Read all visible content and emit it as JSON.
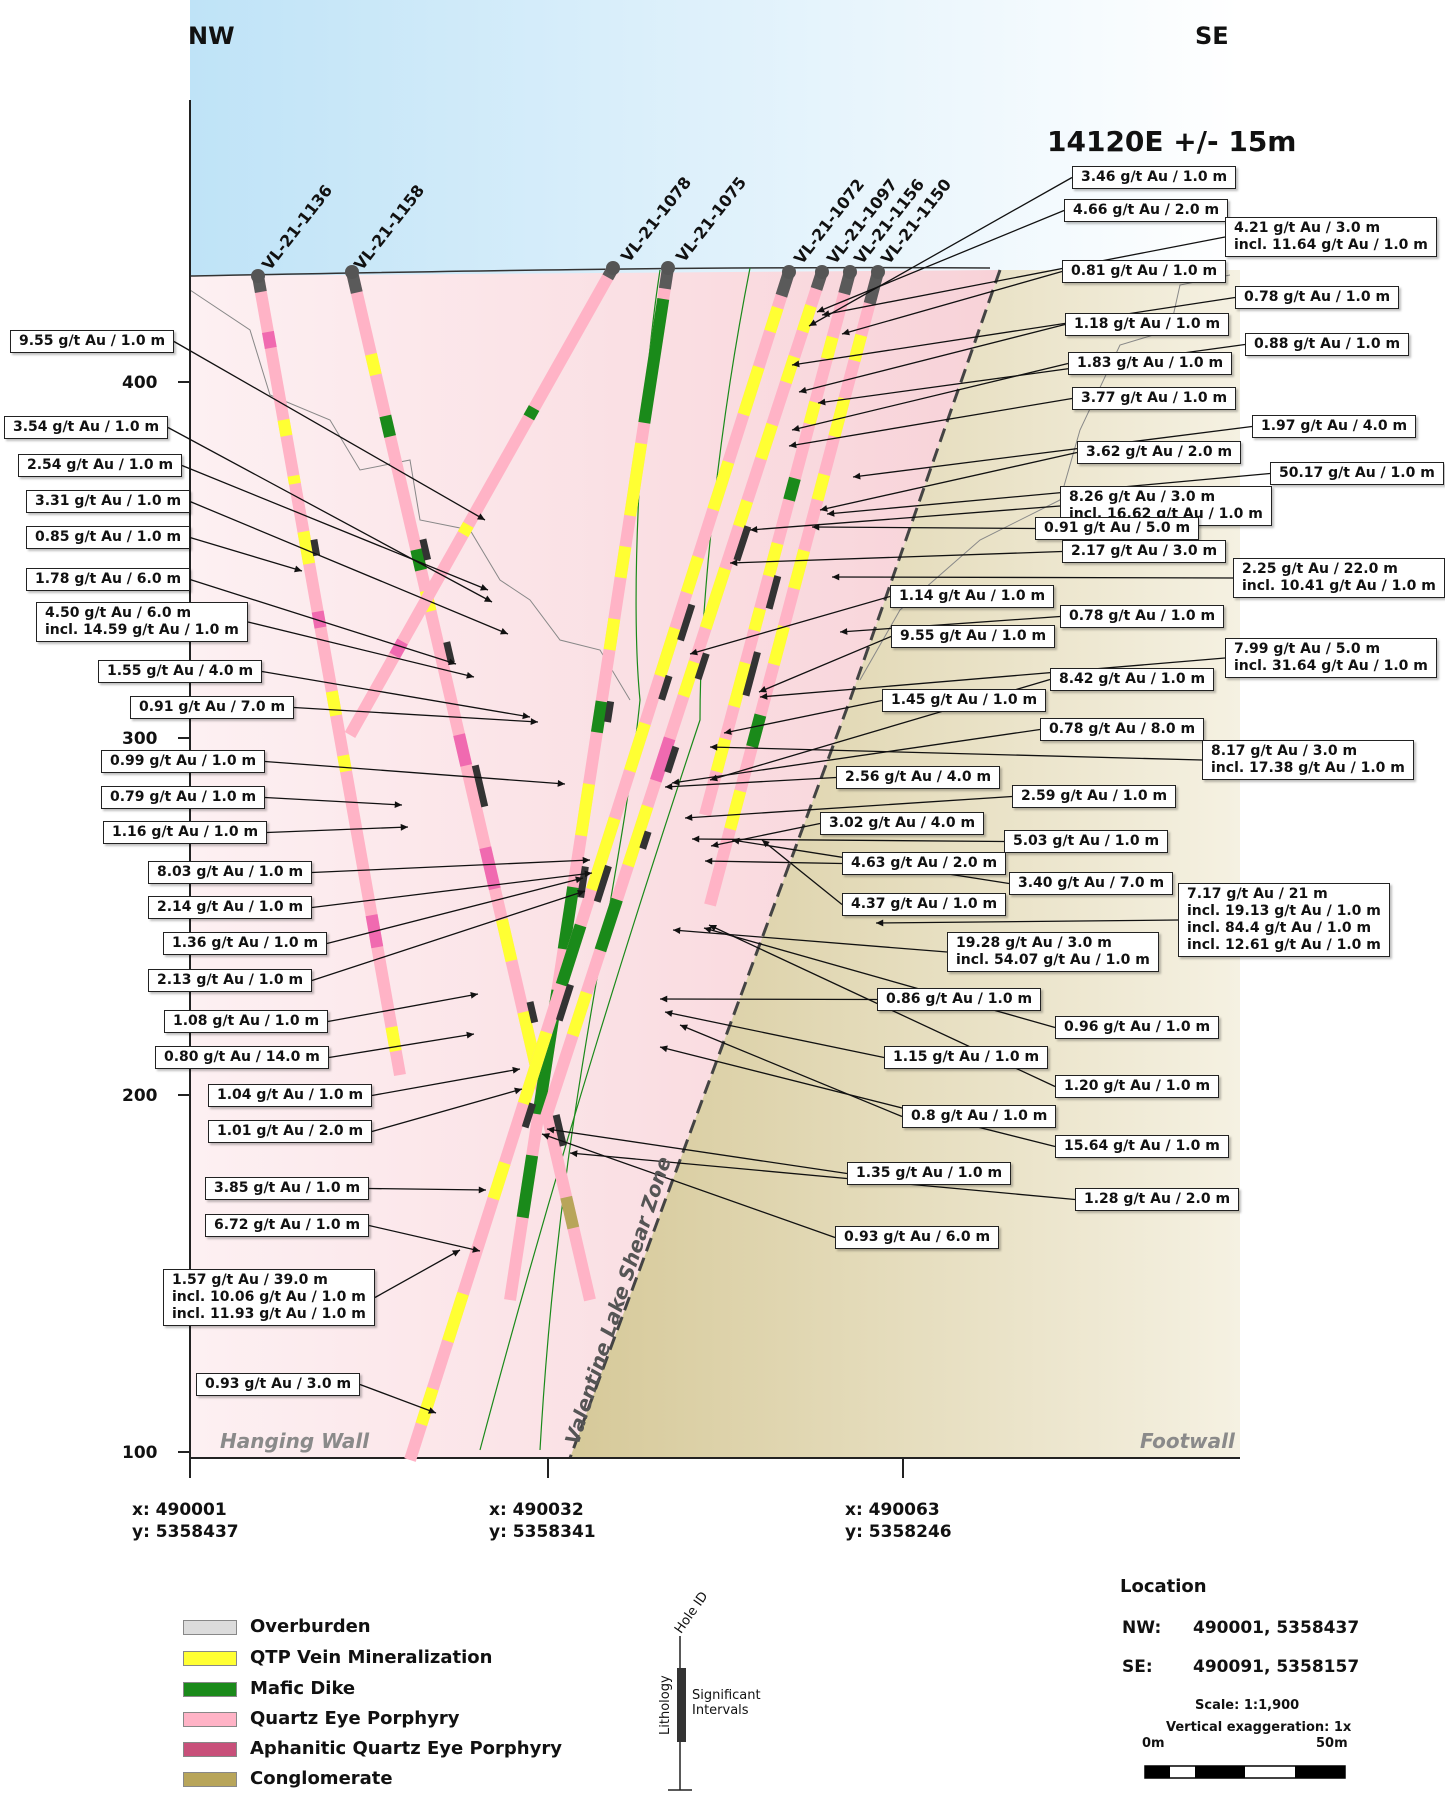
{
  "header": {
    "nw": "NW",
    "se": "SE",
    "section_title": "14120E +/- 15m"
  },
  "elevation_ticks": [
    "400",
    "300",
    "200",
    "100"
  ],
  "zones": {
    "hanging_wall": "Hanging Wall",
    "footwall": "Footwall",
    "shear_zone": "Valentine Lake Shear Zone"
  },
  "holes": [
    {
      "id": "VL-21-1136"
    },
    {
      "id": "VL-21-1158"
    },
    {
      "id": "VL-21-1078"
    },
    {
      "id": "VL-21-1075"
    },
    {
      "id": "VL-21-1072"
    },
    {
      "id": "VL-21-1097"
    },
    {
      "id": "VL-21-1156"
    },
    {
      "id": "VL-21-1150"
    }
  ],
  "intervals_left": [
    [
      "9.55 g/t Au / 1.0 m"
    ],
    [
      "3.54 g/t Au / 1.0 m"
    ],
    [
      "2.54 g/t Au / 1.0 m"
    ],
    [
      "3.31 g/t Au / 1.0 m"
    ],
    [
      "0.85 g/t Au / 1.0 m"
    ],
    [
      "1.78 g/t Au / 6.0 m"
    ],
    [
      "4.50 g/t Au / 6.0 m",
      "incl. 14.59 g/t Au / 1.0 m"
    ],
    [
      "1.55 g/t Au / 4.0 m"
    ],
    [
      "0.91 g/t Au / 7.0 m"
    ],
    [
      "0.99 g/t Au / 1.0 m"
    ],
    [
      "0.79 g/t Au / 1.0 m"
    ],
    [
      "1.16 g/t Au / 1.0 m"
    ],
    [
      "8.03 g/t Au / 1.0 m"
    ],
    [
      "2.14 g/t Au / 1.0 m"
    ],
    [
      "1.36 g/t Au / 1.0 m"
    ],
    [
      "2.13 g/t Au / 1.0 m"
    ],
    [
      "1.08 g/t Au / 1.0 m"
    ],
    [
      "0.80 g/t Au / 14.0 m"
    ],
    [
      "1.04 g/t Au / 1.0 m"
    ],
    [
      "1.01 g/t Au / 2.0 m"
    ],
    [
      "3.85 g/t Au / 1.0 m"
    ],
    [
      "6.72 g/t Au / 1.0 m"
    ],
    [
      "1.57 g/t Au / 39.0 m",
      "incl. 10.06 g/t Au / 1.0 m",
      "incl. 11.93 g/t Au / 1.0 m"
    ],
    [
      "0.93 g/t Au / 3.0 m"
    ]
  ],
  "intervals_right": [
    [
      "3.46 g/t Au / 1.0 m"
    ],
    [
      "4.66 g/t Au / 2.0 m"
    ],
    [
      "4.21 g/t Au / 3.0 m",
      "incl. 11.64 g/t Au / 1.0 m"
    ],
    [
      "0.81 g/t Au / 1.0 m"
    ],
    [
      "0.78 g/t Au / 1.0 m"
    ],
    [
      "1.18 g/t Au / 1.0 m"
    ],
    [
      "0.88 g/t Au / 1.0 m"
    ],
    [
      "1.83 g/t Au / 1.0 m"
    ],
    [
      "3.77 g/t Au / 1.0 m"
    ],
    [
      "1.97 g/t Au / 4.0 m"
    ],
    [
      "3.62 g/t Au / 2.0 m"
    ],
    [
      "50.17 g/t Au / 1.0 m"
    ],
    [
      "8.26 g/t Au / 3.0 m",
      "incl. 16.62 g/t Au / 1.0 m"
    ],
    [
      "0.91 g/t Au / 5.0 m"
    ],
    [
      "2.17 g/t Au / 3.0 m"
    ],
    [
      "2.25 g/t Au / 22.0 m",
      "incl. 10.41 g/t Au / 1.0 m"
    ],
    [
      "1.14 g/t Au / 1.0 m"
    ],
    [
      "0.78 g/t Au / 1.0 m"
    ],
    [
      "9.55 g/t Au / 1.0 m"
    ],
    [
      "7.99 g/t Au / 5.0 m",
      "incl. 31.64 g/t Au / 1.0 m"
    ],
    [
      "8.42 g/t Au / 1.0 m"
    ],
    [
      "1.45 g/t Au / 1.0 m"
    ],
    [
      "0.78 g/t Au / 8.0 m"
    ],
    [
      "8.17 g/t Au / 3.0 m",
      "incl. 17.38 g/t Au / 1.0 m"
    ],
    [
      "2.56 g/t Au / 4.0 m"
    ],
    [
      "2.59 g/t Au / 1.0 m"
    ],
    [
      "3.02 g/t Au / 4.0 m"
    ],
    [
      "5.03 g/t Au / 1.0 m"
    ],
    [
      "4.63 g/t Au / 2.0 m"
    ],
    [
      "3.40 g/t Au / 7.0 m"
    ],
    [
      "4.37 g/t Au / 1.0 m"
    ],
    [
      "7.17 g/t Au / 21 m",
      "incl. 19.13 g/t Au / 1.0 m",
      "incl. 84.4 g/t Au / 1.0 m",
      "incl. 12.61 g/t Au / 1.0 m"
    ],
    [
      "19.28 g/t Au / 3.0 m",
      "incl. 54.07 g/t Au / 1.0 m"
    ],
    [
      "0.86 g/t Au / 1.0 m"
    ],
    [
      "0.96 g/t Au / 1.0 m"
    ],
    [
      "1.15 g/t Au / 1.0 m"
    ],
    [
      "1.20 g/t Au / 1.0 m"
    ],
    [
      "0.8 g/t Au / 1.0 m"
    ],
    [
      "15.64 g/t Au / 1.0 m"
    ],
    [
      "1.35 g/t Au / 1.0 m"
    ],
    [
      "1.28 g/t Au / 2.0 m"
    ],
    [
      "0.93 g/t Au / 6.0 m"
    ]
  ],
  "x_coords": [
    {
      "x": "x: 490001",
      "y": "y: 5358437"
    },
    {
      "x": "x: 490032",
      "y": "y: 5358341"
    },
    {
      "x": "x: 490063",
      "y": "y: 5358246"
    }
  ],
  "legend": [
    {
      "label": "Overburden",
      "color": "#dcdcdc"
    },
    {
      "label": "QTP Vein Mineralization",
      "color": "#ffff33"
    },
    {
      "label": "Mafic Dike",
      "color": "#1a8a1a"
    },
    {
      "label": "Quartz Eye Porphyry",
      "color": "#ffb3c6"
    },
    {
      "label": "Aphanitic Quartz Eye Porphyry",
      "color": "#c8507a"
    },
    {
      "label": "Conglomerate",
      "color": "#b8a55a"
    }
  ],
  "schematic": {
    "hole_id": "Hole ID",
    "lithology": "Lithology",
    "significant": "Significant",
    "intervals": "Intervals"
  },
  "location": {
    "title": "Location",
    "nw_label": "NW:",
    "nw_value": "490001, 5358437",
    "se_label": "SE:",
    "se_value": "490091, 5358157",
    "scale": "Scale: 1:1,900",
    "vertical_exaggeration": "Vertical exaggeration: 1x",
    "scale_start": "0m",
    "scale_end": "50m"
  },
  "colors": {
    "sky": "#bfe3f7",
    "hanging_wall": "#fbe0e4",
    "footwall": "#e6dcb4",
    "overburden": "#5a5a5a",
    "significant_interval": "#333333"
  }
}
